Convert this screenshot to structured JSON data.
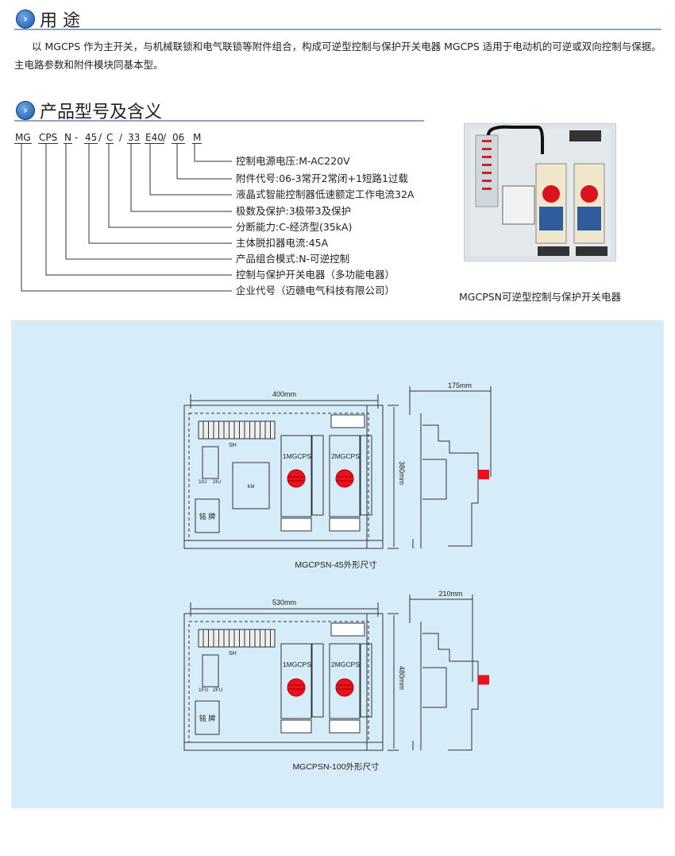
{
  "usage": {
    "title": "用 途",
    "paragraph": "以 MGCPS 作为主开关，与机械联锁和电气联锁等附件组合，构成可逆型控制与保护开关电器 MGCPS 适用于电动机的可逆或双向控制与保据。",
    "paragraph2": "主电路参数和附件模块同基本型。"
  },
  "model": {
    "title": "产品型号及含义",
    "codes": [
      "MG",
      "CPS",
      "N",
      "45",
      "C",
      "33",
      "E40",
      "06",
      "M"
    ],
    "separators": [
      "-",
      "/",
      "/",
      "/"
    ],
    "meanings": [
      "控制电源电压:M-AC220V",
      "附件代号:06-3常开2常闭+1短路1过载",
      "液晶式智能控制器低速额定工作电流32A",
      "极数及保护:3极带3及保护",
      "分断能力:C-经济型(35kA)",
      "主体脱扣器电流:45A",
      "产品组合模式:N-可逆控制",
      "控制与保护开关电器（多功能电器）",
      "企业代号（迈赣电气科技有限公司）"
    ]
  },
  "photo": {
    "caption": "MGCPSN可逆型控制与保护开关电器"
  },
  "diagrams": [
    {
      "width_dim": "400mm",
      "depth_dim": "175mm",
      "height_dim": "380mm",
      "terminal": "SH",
      "fuse1": "1IU",
      "fuse2": "2IU",
      "km": "KM",
      "unit1": "1MGCPS",
      "unit2": "2MGCPS",
      "nameplate": "铭  牌",
      "caption": "MGCPSN-45外形尺寸"
    },
    {
      "width_dim": "530mm",
      "depth_dim": "210mm",
      "height_dim": "480mm",
      "terminal": "SH",
      "fuse1": "1FU",
      "fuse2": "2FU",
      "unit1": "1MGCPS",
      "unit2": "2MGCPS",
      "nameplate": "铭  牌",
      "caption": "MGCPSN-100外形尺寸"
    }
  ],
  "colors": {
    "accent": "#1a56a8",
    "panel": "#d6ecf8",
    "knob": "#e8121e"
  }
}
